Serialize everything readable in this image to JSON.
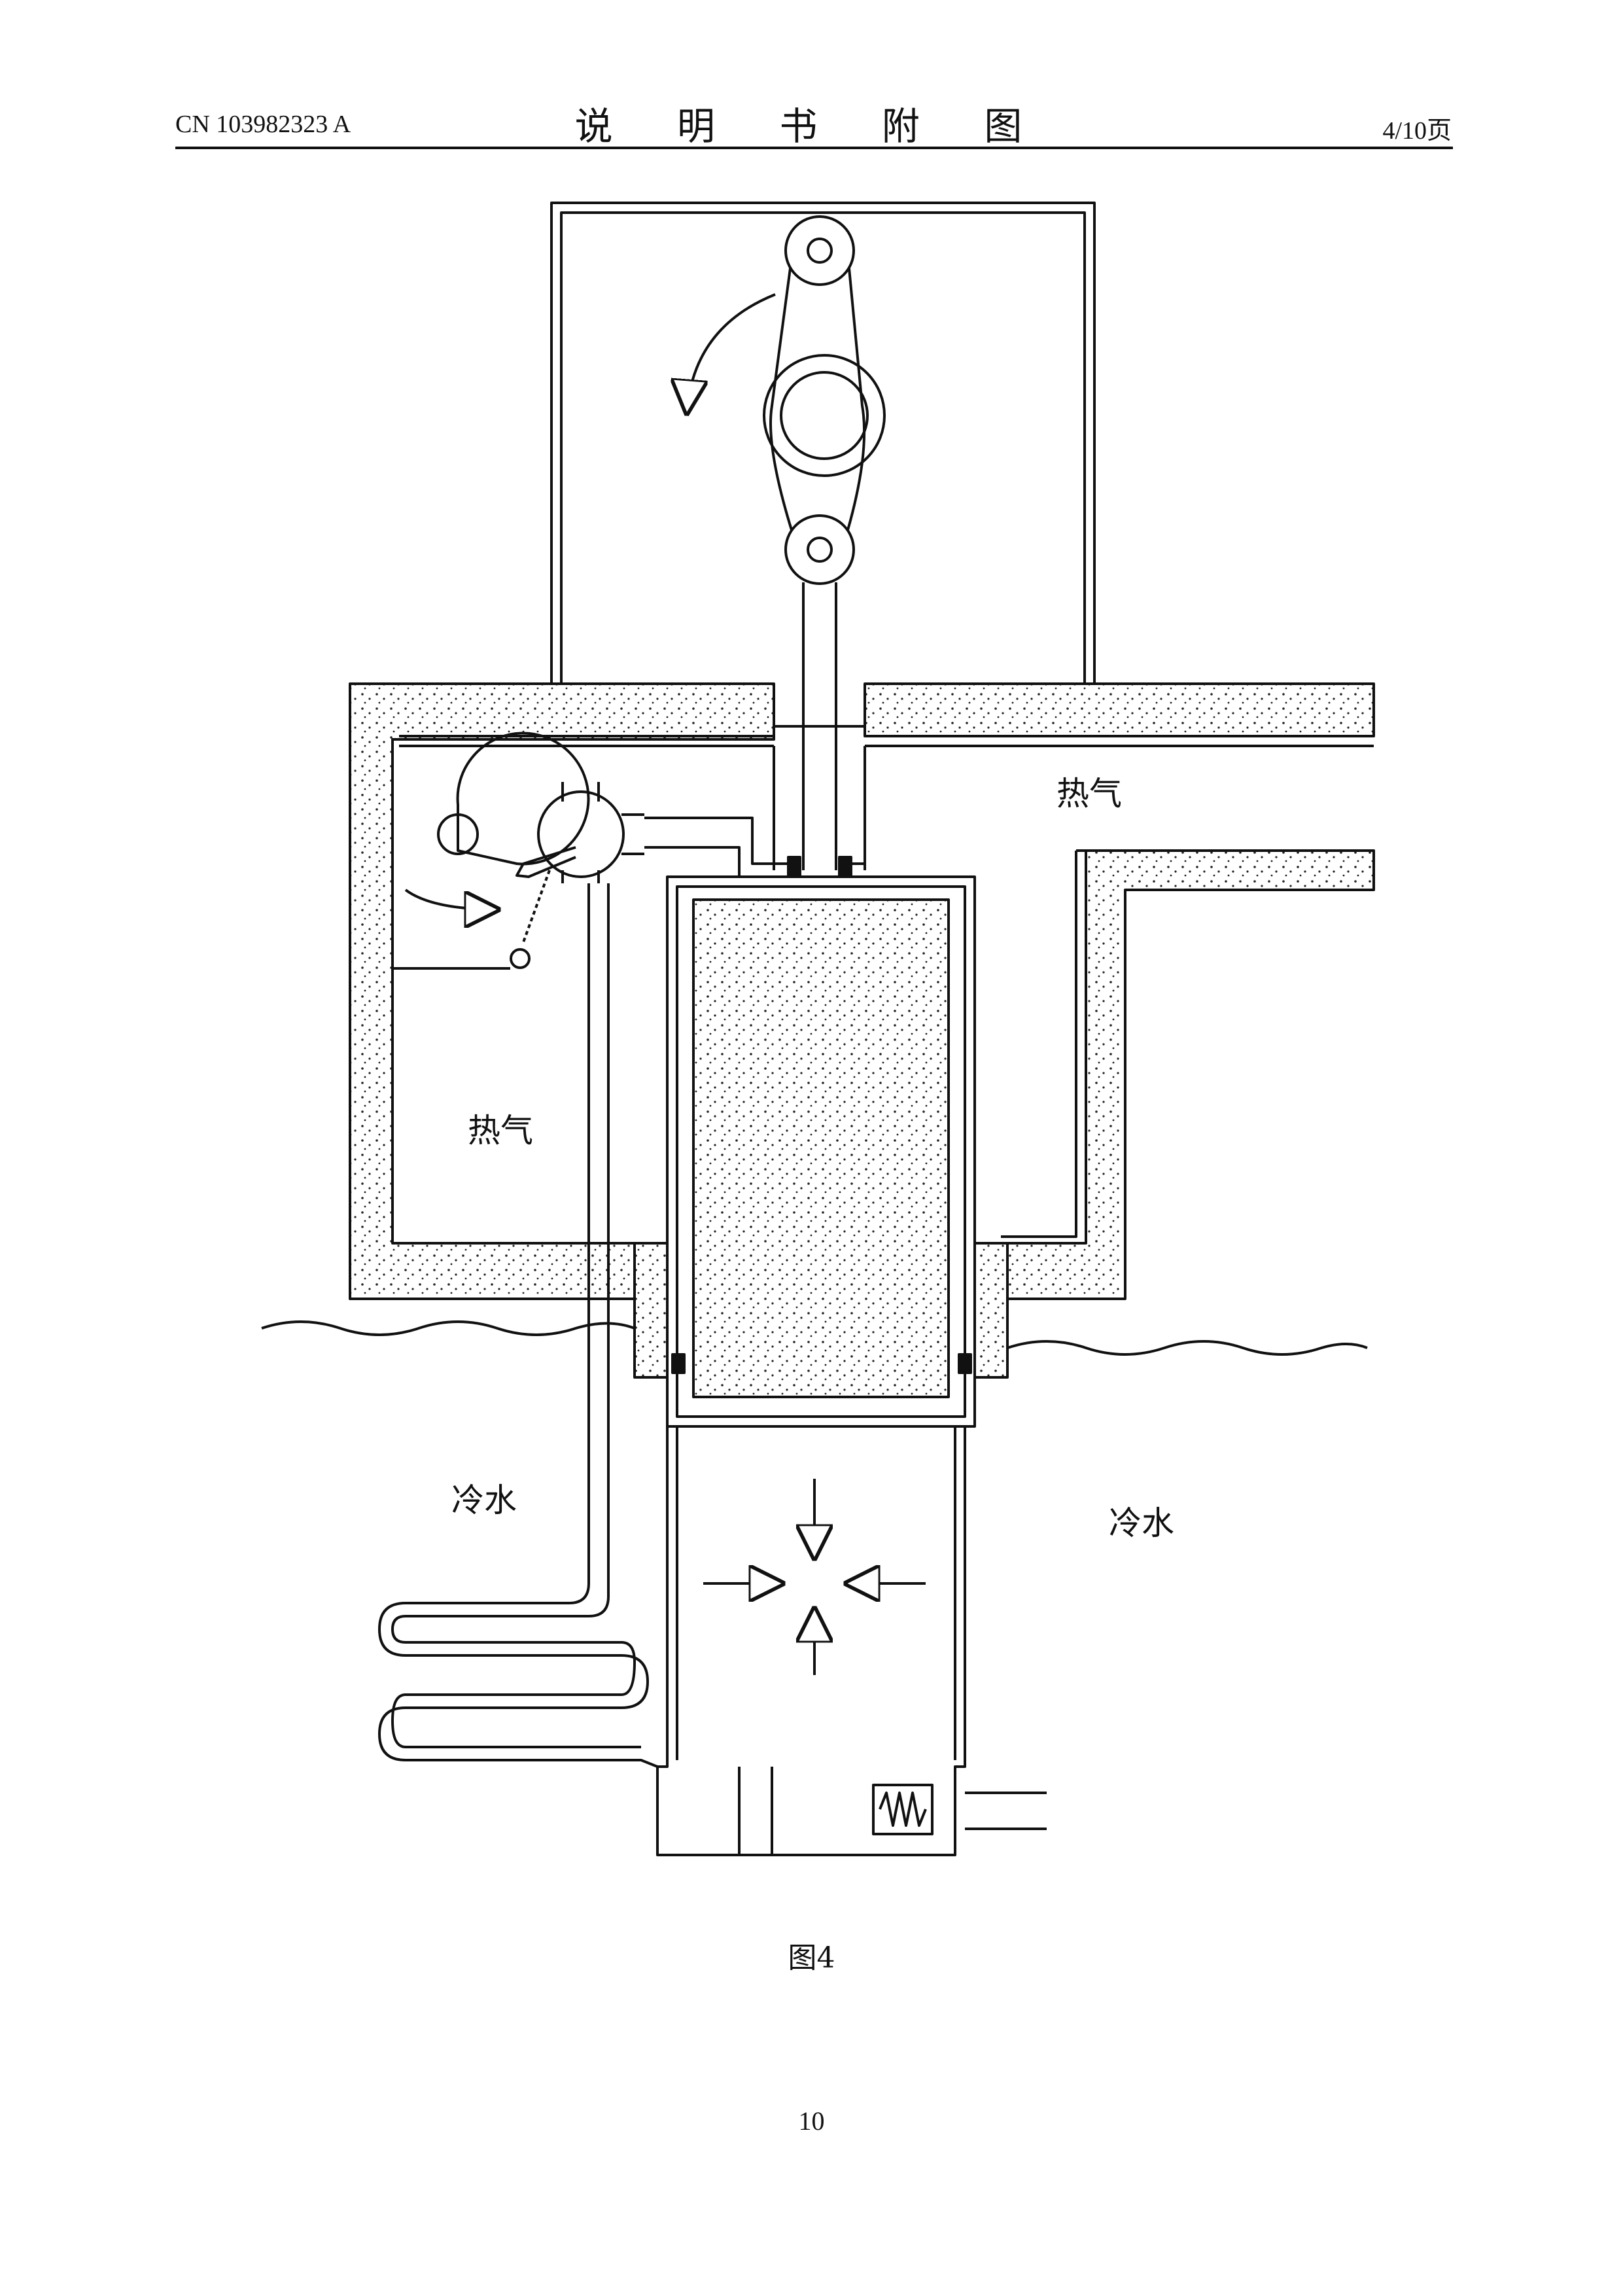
{
  "header": {
    "doc_number": "CN 103982323 A",
    "title": "说 明 书 附 图",
    "page_of": "4/10页"
  },
  "figure": {
    "labels": {
      "hot_gas_right": "热气",
      "hot_gas_left": "热气",
      "cold_water_left": "冷水",
      "cold_water_right": "冷水"
    },
    "caption": "图4"
  },
  "footer": {
    "page_number": "10"
  }
}
